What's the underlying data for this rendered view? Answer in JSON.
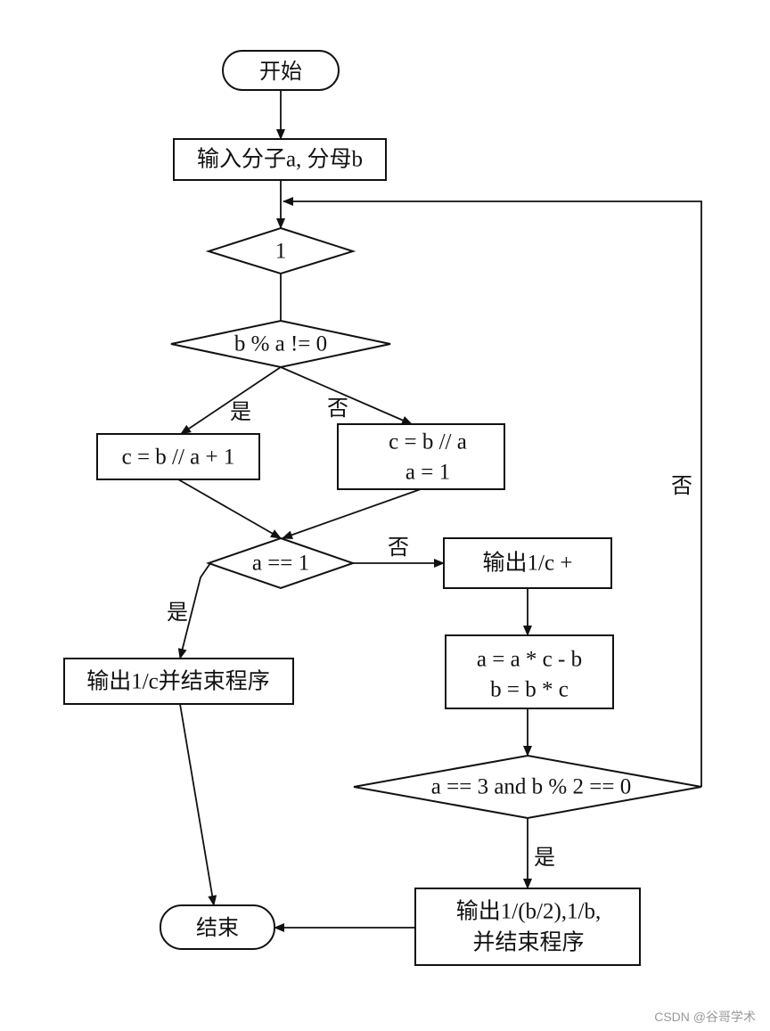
{
  "nodes": {
    "start": "开始",
    "input": "输入分子a, 分母b",
    "loop": "1",
    "cond_mod": "b % a != 0",
    "calc_yes": "c = b // a + 1",
    "calc_no_1": "c = b // a",
    "calc_no_2": "a = 1",
    "cond_a1": "a == 1",
    "out_term": "输出1/c +",
    "out_end_c": "输出1/c并结束程序",
    "update_1": "a = a * c - b",
    "update_2": "b = b * c",
    "cond_final": "a == 3 and b % 2 == 0",
    "out_final_1": "输出1/(b/2),1/b,",
    "out_final_2": "并结束程序",
    "end": "结束"
  },
  "edge_labels": {
    "mod_yes": "是",
    "mod_no": "否",
    "a1_no": "否",
    "a1_yes": "是",
    "final_yes": "是",
    "final_no": "否"
  },
  "watermark": "CSDN @谷哥学术"
}
